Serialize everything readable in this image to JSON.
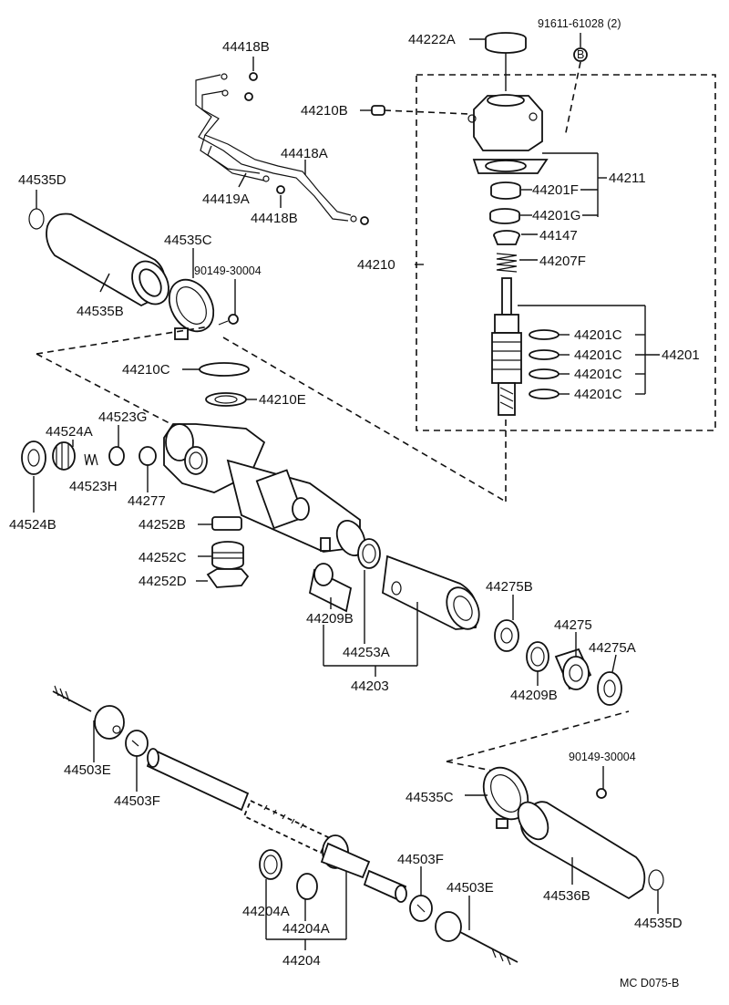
{
  "labels": {
    "p44418B_top": "44418B",
    "p44222A": "44222A",
    "p91611": "91611-61028 (2)",
    "pB": "B",
    "p44210B": "44210B",
    "p44418A": "44418A",
    "p44535D_top": "44535D",
    "p44211": "44211",
    "p44201F": "44201F",
    "p44419A": "44419A",
    "p44418B_bot": "44418B",
    "p44201G": "44201G",
    "p44535C_top": "44535C",
    "p44147": "44147",
    "p44210": "44210",
    "p44207F": "44207F",
    "p90149_top": "90149-30004",
    "p44535B": "44535B",
    "p44201C_1": "44201C",
    "p44201C_2": "44201C",
    "p44201C_3": "44201C",
    "p44201C_4": "44201C",
    "p44201": "44201",
    "p44210C": "44210C",
    "p44210E": "44210E",
    "p44523G": "44523G",
    "p44524A": "44524A",
    "p44523H": "44523H",
    "p44277": "44277",
    "p44524B": "44524B",
    "p44252B": "44252B",
    "p44252C": "44252C",
    "p44252D": "44252D",
    "p44275B": "44275B",
    "p44209B_left": "44209B",
    "p44275": "44275",
    "p44275A": "44275A",
    "p44253A": "44253A",
    "p44203": "44203",
    "p44209B_right": "44209B",
    "p44503E_left": "44503E",
    "p44503F_left": "44503F",
    "p90149_bot": "90149-30004",
    "p44535C_bot": "44535C",
    "p44503F_right": "44503F",
    "p44503E_right": "44503E",
    "p44536B": "44536B",
    "p44204A_1": "44204A",
    "p44204A_2": "44204A",
    "p44535D_bot": "44535D",
    "p44204": "44204",
    "footer": "MC  D075-B"
  }
}
